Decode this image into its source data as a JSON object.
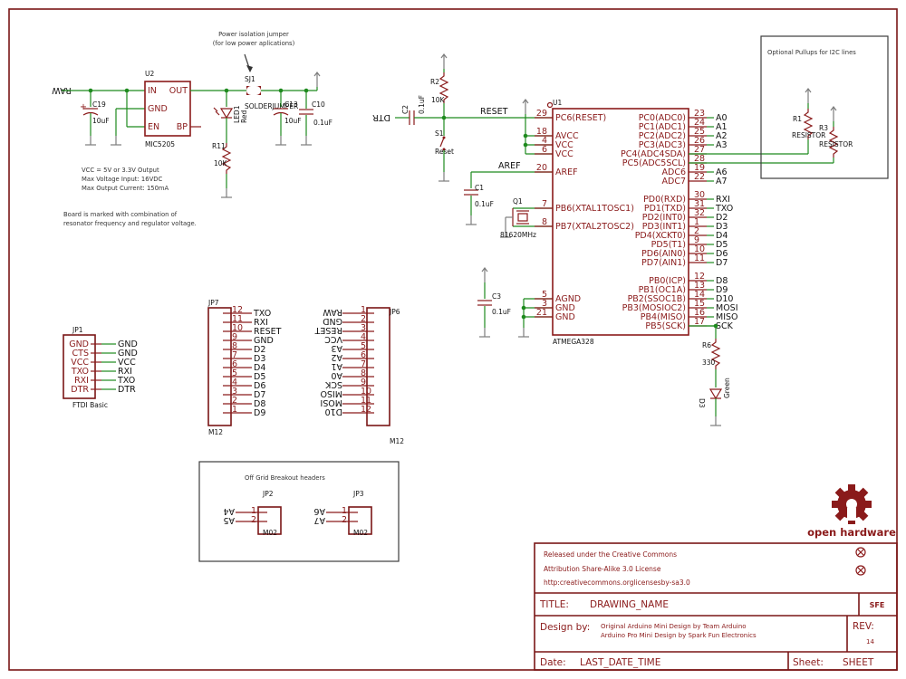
{
  "notes": {
    "power_jumper": [
      "Power isolation jumper",
      "(for low power aplications)"
    ],
    "regulator": [
      "VCC = 5V or 3.3V Output",
      "Max Voltage Input: 16VDC",
      "Max Output Current: 150mA"
    ],
    "board_mark": [
      "Board is marked with combination of",
      "resonator frequency and regulator voltage."
    ],
    "pullups": "Optional Pullups for I2C lines",
    "breakout": "Off Grid Breakout headers"
  },
  "power": {
    "raw": "RAW",
    "u2_ref": "U2",
    "u2_value": "MIC5205",
    "u2_pins": [
      "IN",
      "GND",
      "EN",
      "OUT",
      "BP"
    ],
    "c19_ref": "C19",
    "c19_value": "10uF",
    "plus": "+",
    "sj1_ref": "SJ1",
    "sj1_value": "SOLDERJUMPER",
    "c13_ref": "C13",
    "c13_value": "10uF",
    "c10_ref": "C10",
    "c10_value": "0.1uF",
    "led1_ref": "LED1",
    "led1_value": "Red",
    "r11_ref": "R11",
    "r11_value": "10K"
  },
  "reset": {
    "r2_ref": "R2",
    "r2_value": "10K",
    "c2_ref": "C2",
    "c2_value": "0.1uF",
    "dtr": "DTR",
    "net": "RESET",
    "s1_ref": "S1",
    "s1_value": "Reset"
  },
  "aref": {
    "net": "AREF",
    "c1_ref": "C1",
    "c1_value": "0.1uF",
    "q1_ref": "Q1",
    "q1_value": "81620MHz"
  },
  "mcu": {
    "ref": "U1",
    "value": "ATMEGA328",
    "left_pins": [
      {
        "num": "29",
        "name": "PC6(RESET)"
      },
      {
        "num": "18",
        "name": "AVCC"
      },
      {
        "num": "4",
        "name": "VCC"
      },
      {
        "num": "6",
        "name": "VCC"
      },
      {
        "num": "20",
        "name": "AREF"
      },
      {
        "num": "7",
        "name": "PB6(XTAL1TOSC1)"
      },
      {
        "num": "8",
        "name": "PB7(XTAL2TOSC2)"
      },
      {
        "num": "5",
        "name": "AGND"
      },
      {
        "num": "3",
        "name": "GND"
      },
      {
        "num": "21",
        "name": "GND"
      }
    ],
    "right_pins": [
      {
        "num": "23",
        "name": "PC0(ADC0)",
        "net": "A0"
      },
      {
        "num": "24",
        "name": "PC1(ADC1)",
        "net": "A1"
      },
      {
        "num": "25",
        "name": "PC2(ADC2)",
        "net": "A2"
      },
      {
        "num": "26",
        "name": "PC3(ADC3)",
        "net": "A3"
      },
      {
        "num": "27",
        "name": "PC4(ADC4SDA)",
        "net": ""
      },
      {
        "num": "28",
        "name": "PC5(ADC5SCL)",
        "net": ""
      },
      {
        "num": "19",
        "name": "ADC6",
        "net": "A6"
      },
      {
        "num": "22",
        "name": "ADC7",
        "net": "A7"
      },
      {
        "num": "30",
        "name": "PD0(RXD)",
        "net": "RXI"
      },
      {
        "num": "31",
        "name": "PD1(TXD)",
        "net": "TXO"
      },
      {
        "num": "32",
        "name": "PD2(INT0)",
        "net": "D2"
      },
      {
        "num": "1",
        "name": "PD3(INT1)",
        "net": "D3"
      },
      {
        "num": "2",
        "name": "PD4(XCKT0)",
        "net": "D4"
      },
      {
        "num": "9",
        "name": "PD5(T1)",
        "net": "D5"
      },
      {
        "num": "10",
        "name": "PD6(AIN0)",
        "net": "D6"
      },
      {
        "num": "11",
        "name": "PD7(AIN1)",
        "net": "D7"
      },
      {
        "num": "12",
        "name": "PB0(ICP)",
        "net": "D8"
      },
      {
        "num": "13",
        "name": "PB1(OC1A)",
        "net": "D9"
      },
      {
        "num": "14",
        "name": "PB2(SSOC1B)",
        "net": "D10"
      },
      {
        "num": "15",
        "name": "PB3(MOSIOC2)",
        "net": "MOSI"
      },
      {
        "num": "16",
        "name": "PB4(MISO)",
        "net": "MISO"
      },
      {
        "num": "17",
        "name": "PB5(SCK)",
        "net": "SCK"
      }
    ]
  },
  "c3": {
    "ref": "C3",
    "value": "0.1uF"
  },
  "pullups": {
    "r1_ref": "R1",
    "r1_value": "RESISTOR",
    "r3_ref": "R3",
    "r3_value": "RESISTOR"
  },
  "led_d3": {
    "r6_ref": "R6",
    "r6_value": "330",
    "d3_ref": "D3",
    "d3_value": "Green"
  },
  "ftdi": {
    "ref": "JP1",
    "value": "FTDI Basic",
    "pins": [
      "GND",
      "CTS",
      "VCC",
      "TXO",
      "RXI",
      "DTR"
    ],
    "nets": [
      "GND",
      "GND",
      "VCC",
      "RXI",
      "TXO",
      "DTR"
    ]
  },
  "jp7": {
    "ref": "JP7",
    "value": "M12",
    "pins": [
      {
        "num": "12",
        "net": "TXO"
      },
      {
        "num": "11",
        "net": "RXI"
      },
      {
        "num": "10",
        "net": "RESET"
      },
      {
        "num": "9",
        "net": "GND"
      },
      {
        "num": "8",
        "net": "D2"
      },
      {
        "num": "7",
        "net": "D3"
      },
      {
        "num": "6",
        "net": "D4"
      },
      {
        "num": "5",
        "net": "D5"
      },
      {
        "num": "4",
        "net": "D6"
      },
      {
        "num": "3",
        "net": "D7"
      },
      {
        "num": "2",
        "net": "D8"
      },
      {
        "num": "1",
        "net": "D9"
      }
    ]
  },
  "jp6": {
    "ref": "JP6",
    "value": "M12",
    "pins": [
      {
        "num": "1",
        "net": "RAW"
      },
      {
        "num": "2",
        "net": "GND"
      },
      {
        "num": "3",
        "net": "RESET"
      },
      {
        "num": "4",
        "net": "VCC"
      },
      {
        "num": "5",
        "net": "A3"
      },
      {
        "num": "6",
        "net": "A2"
      },
      {
        "num": "7",
        "net": "A1"
      },
      {
        "num": "8",
        "net": "A0"
      },
      {
        "num": "9",
        "net": "SCK"
      },
      {
        "num": "10",
        "net": "MISO"
      },
      {
        "num": "11",
        "net": "MOSI"
      },
      {
        "num": "12",
        "net": "D10"
      }
    ]
  },
  "jp2": {
    "ref": "JP2",
    "value": "M02",
    "pins": [
      "1",
      "2"
    ],
    "nets": [
      "A4",
      "A5"
    ]
  },
  "jp3": {
    "ref": "JP3",
    "value": "M02",
    "pins": [
      "1",
      "2"
    ],
    "nets": [
      "A6",
      "A7"
    ]
  },
  "logo": {
    "text": "open hardware"
  },
  "title_block": {
    "license": [
      "Released under the Creative Commons",
      "Attribution Share-Alike 3.0 License",
      "http:creativecommons.orglicensesby-sa3.0"
    ],
    "title_label": "TITLE:",
    "title": "DRAWING_NAME",
    "sfe": "SFE",
    "design_label": "Design by:",
    "design_by": [
      "Original Arduino Mini Design by Team Arduino",
      "Arduino Pro Mini Design by Spark Fun Electronics"
    ],
    "rev_label": "REV:",
    "rev": "14",
    "date_label": "Date:",
    "date": "LAST_DATE_TIME",
    "sheet_label": "Sheet:",
    "sheet": "SHEET"
  },
  "colors": {
    "wire": "#1e8a1e",
    "part": "#8a1a1a",
    "frame": "#7a1616",
    "text": "#111111"
  }
}
